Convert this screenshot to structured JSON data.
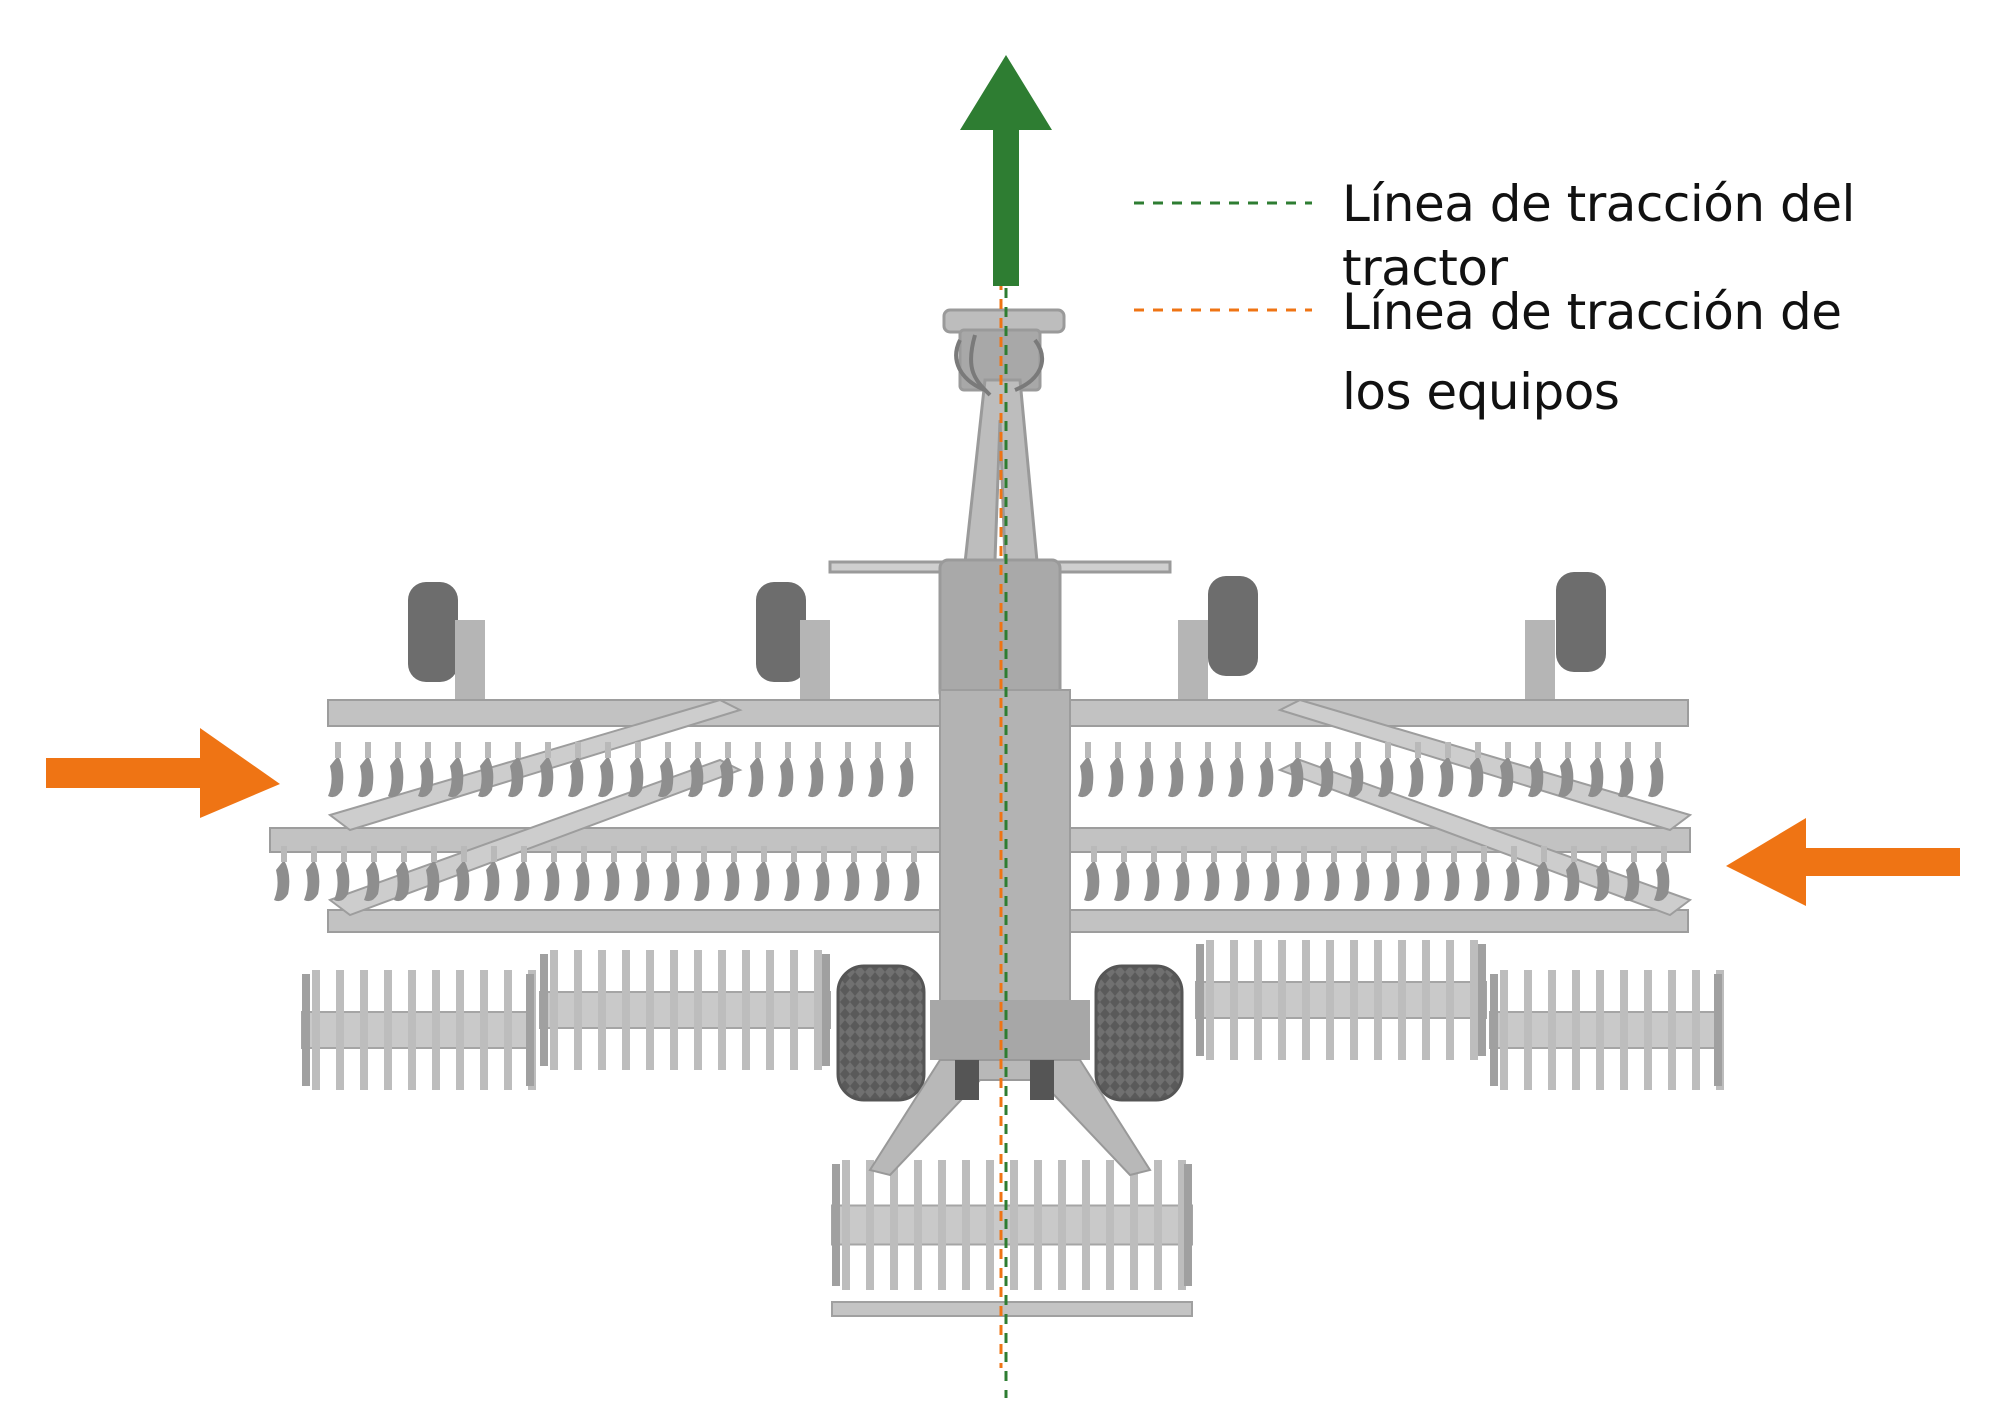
{
  "legend": {
    "tractor_line_label": "Línea de tracción del tractor",
    "equipment_line_label_1": "Línea de tracción de",
    "equipment_line_label_2": "los equipos"
  },
  "colors": {
    "tractor_line": "#2e7d32",
    "equipment_line": "#ef7414",
    "machine_gray": "#b9b9b9",
    "machine_dark": "#8e8e8e",
    "tire": "#6a6a6a",
    "background": "#ffffff"
  },
  "icons": {
    "tractor_arrow": "arrow-up-icon",
    "left_arrow": "arrow-right-icon",
    "right_arrow": "arrow-left-icon"
  }
}
